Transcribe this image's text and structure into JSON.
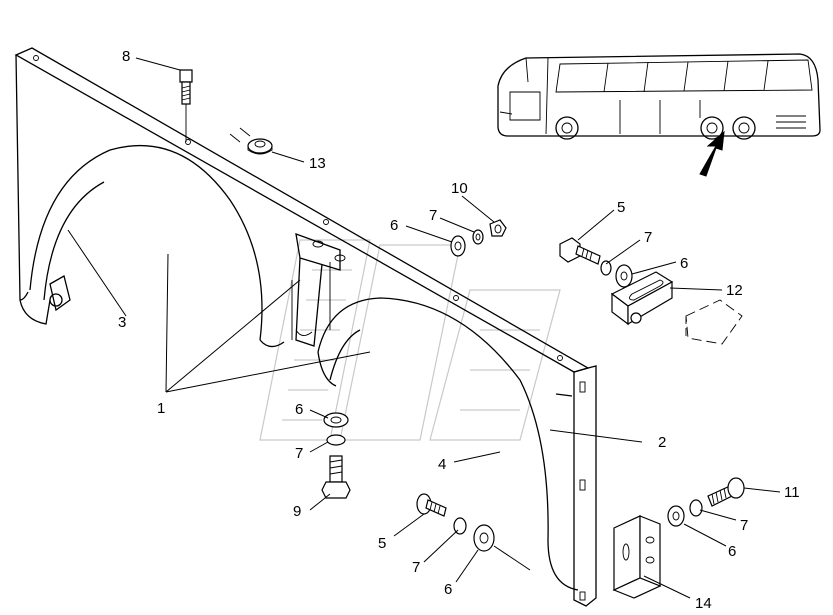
{
  "callouts": {
    "n1": "1",
    "n2": "2",
    "n3": "3",
    "n4": "4",
    "n5a": "5",
    "n5b": "5",
    "n6a": "6",
    "n6b": "6",
    "n6c": "6",
    "n6d": "6",
    "n6e": "6",
    "n7a": "7",
    "n7b": "7",
    "n7c": "7",
    "n7d": "7",
    "n7e": "7",
    "n8": "8",
    "n9": "9",
    "n10": "10",
    "n11": "11",
    "n12": "12",
    "n13": "13",
    "n14": "14"
  },
  "colors": {
    "line": "#000000",
    "watermark": "#c9c9c9",
    "background": "#ffffff"
  }
}
